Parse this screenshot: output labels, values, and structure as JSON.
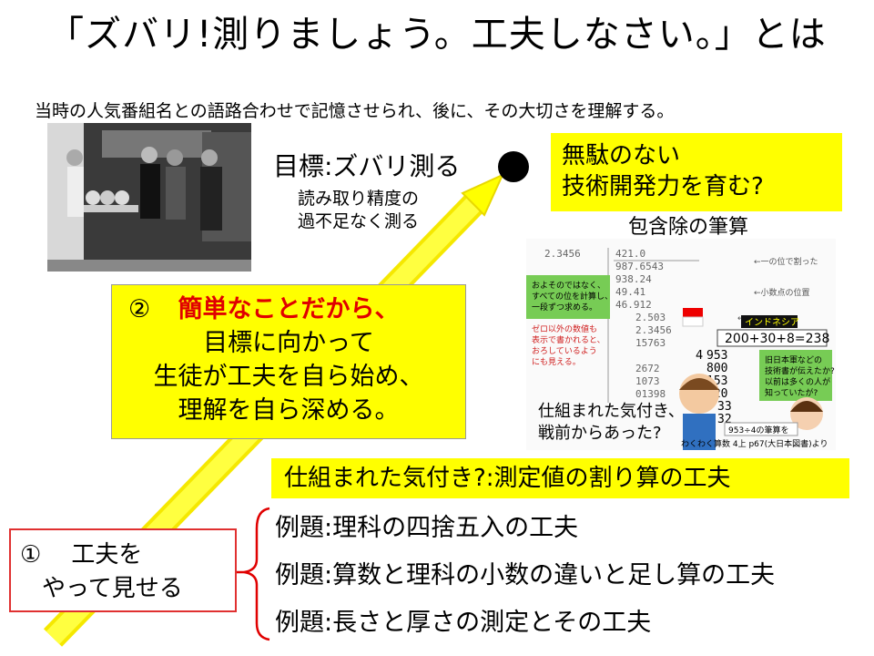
{
  "title": "「ズバリ!測りましょう。工夫しなさい。」とは",
  "subtitle": "当時の人気番組名との語路合わせで記憶させられ、後に、その大切さを理解する。",
  "goal": {
    "label": "目標:ズバリ測る",
    "sub_line1": "読み取り精度の",
    "sub_line2": "過不足なく測る"
  },
  "question_box": {
    "line1": "無駄のない",
    "line2": "技術開発力を育む?"
  },
  "figure": {
    "title": "包含除の筆算",
    "flag_label": "インドネシア",
    "equation": "200+30+8=238",
    "caption_line1": "仕組まれた気付き、",
    "caption_line2": "戦前からあった?"
  },
  "step2": {
    "number": "②",
    "line1": "簡単なことだから、",
    "line2": "目標に向かって",
    "line3": "生徒が工夫を自ら始め、",
    "line4": "理解を自ら深める。"
  },
  "trick_box": "仕組まれた気付き?:測定値の割り算の工夫",
  "step1": {
    "number": "①",
    "line1": "工夫を",
    "line2": "やって見せる"
  },
  "examples": [
    "例題:理科の四捨五入の工夫",
    "例題:算数と理科の小数の違いと足し算の工夫",
    "例題:長さと厚さの測定とその工夫"
  ],
  "colors": {
    "highlight": "#ffff00",
    "accent_red": "#e00000",
    "box_border_red": "#e03030"
  }
}
